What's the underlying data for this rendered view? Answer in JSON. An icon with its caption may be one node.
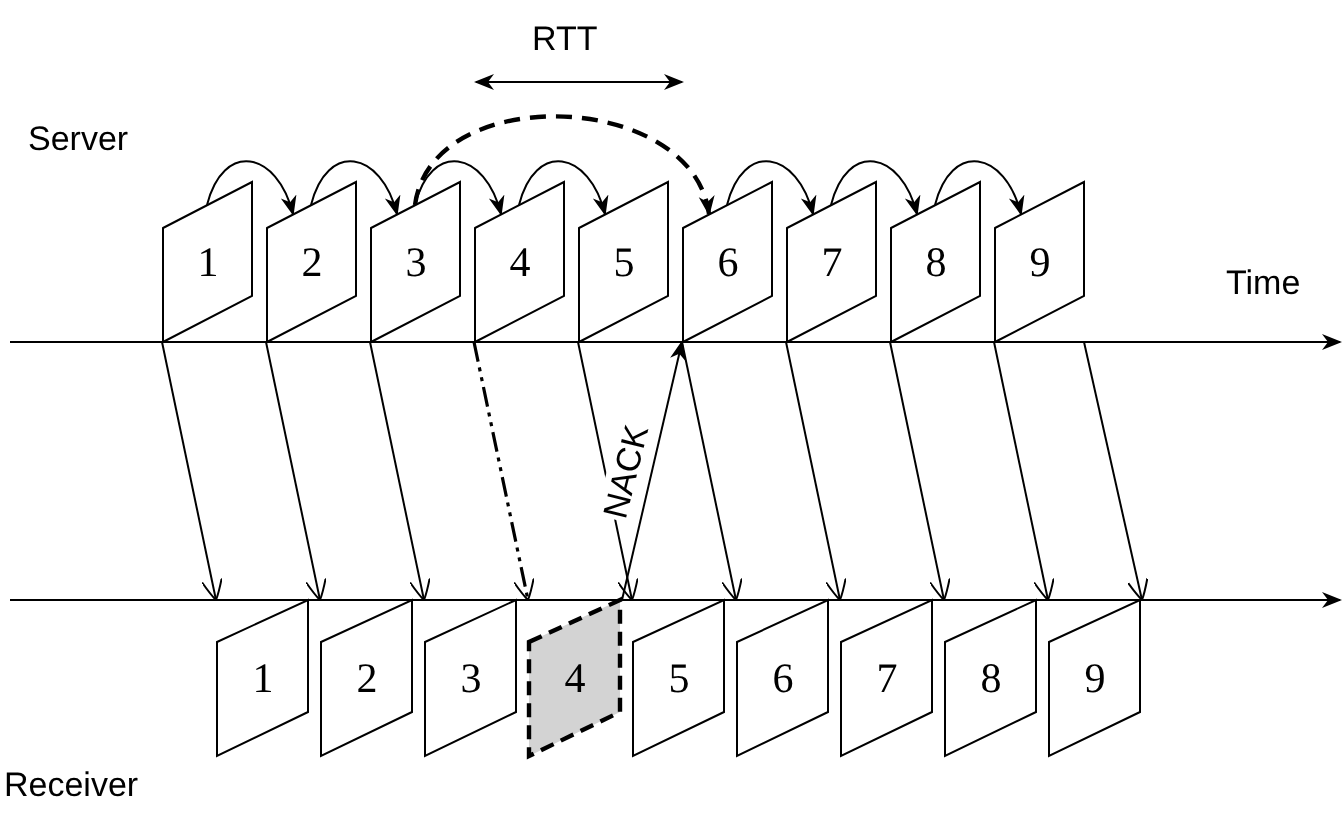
{
  "diagram": {
    "nodes": [
      {
        "text": [
          "1"
        ]
      },
      {
        "text": [
          "2"
        ]
      },
      {
        "text": [
          "3"
        ]
      },
      {
        "text": [
          "4"
        ]
      },
      {
        "text": [
          "5"
        ]
      },
      {
        "text": [
          "6"
        ]
      },
      {
        "text": [
          "7"
        ]
      },
      {
        "text": [
          "8"
        ]
      },
      {
        "text": [
          "9"
        ]
      },
      {
        "text": [
          "1"
        ]
      },
      {
        "text": [
          "2"
        ]
      },
      {
        "text": [
          "3"
        ]
      },
      {
        "text": [
          "4"
        ]
      },
      {
        "text": [
          "5"
        ]
      },
      {
        "text": [
          "6"
        ]
      },
      {
        "text": [
          "7"
        ]
      },
      {
        "text": [
          "8"
        ]
      },
      {
        "text": [
          "9"
        ]
      }
    ],
    "edges": [
      {
        "from": 0,
        "to": 1,
        "arrow": "to"
      },
      {
        "from": 1,
        "to": 2,
        "arrow": "to"
      },
      {
        "from": 2,
        "to": 3,
        "arrow": "to"
      },
      {
        "from": 2,
        "to": 5,
        "arrow": "to",
        "style": "dashed"
      },
      {
        "from": 3,
        "to": 4,
        "arrow": "to"
      },
      {
        "from": 5,
        "to": 6,
        "arrow": "to"
      },
      {
        "from": 6,
        "to": 7,
        "arrow": "to"
      },
      {
        "from": 7,
        "to": 8,
        "arrow": "to"
      },
      {
        "from": 0,
        "to": 9,
        "arrow": "to"
      },
      {
        "from": 1,
        "to": 10,
        "arrow": "to"
      },
      {
        "from": 2,
        "to": 11,
        "arrow": "to"
      },
      {
        "from": 3,
        "to": 12,
        "arrow": "to",
        "style": "dashed"
      },
      {
        "from": 4,
        "to": 13,
        "arrow": "to"
      },
      {
        "from": 5,
        "to": 14,
        "arrow": "to"
      },
      {
        "from": 6,
        "to": 15,
        "arrow": "to"
      },
      {
        "from": 7,
        "to": 16,
        "arrow": "to"
      },
      {
        "from": 8,
        "to": 17,
        "arrow": "to"
      },
      {
        "from": 8,
        "to": 17,
        "arrow": "to"
      },
      {
        "from": 12,
        "to": 5,
        "arrow": "to",
        "label": "NACK"
      }
    ],
    "labels": [
      "RTT",
      "Server",
      "Time",
      "Receiver"
    ]
  }
}
